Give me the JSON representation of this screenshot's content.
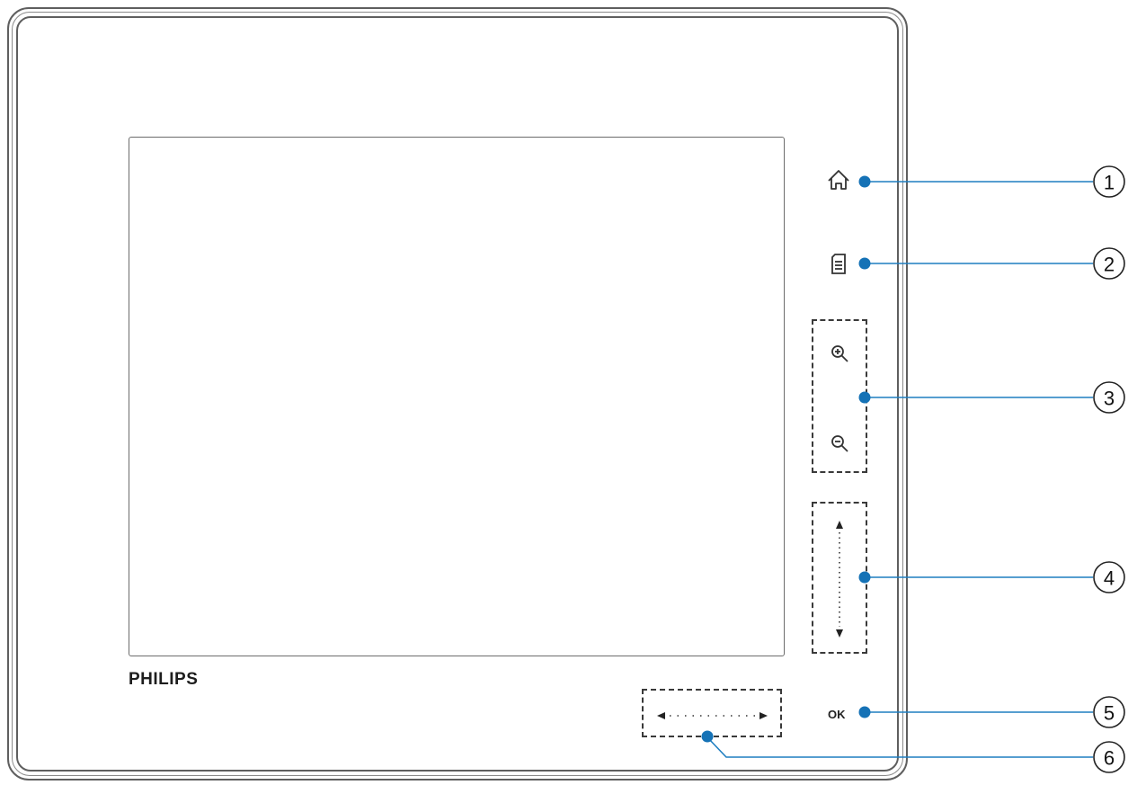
{
  "device": {
    "brand": "PHILIPS",
    "ok_label": "OK"
  },
  "buttons": [
    {
      "id": "home",
      "icon": "home-icon"
    },
    {
      "id": "menu",
      "icon": "menu-document-icon"
    },
    {
      "id": "zoom",
      "icons": [
        "zoom-in-icon",
        "zoom-out-icon"
      ]
    },
    {
      "id": "vertical-navigation",
      "icons": [
        "arrow-up-icon",
        "arrow-down-icon"
      ]
    },
    {
      "id": "ok"
    },
    {
      "id": "horizontal-navigation",
      "icons": [
        "arrow-left-icon",
        "arrow-right-icon"
      ]
    }
  ],
  "callouts": [
    "1",
    "2",
    "3",
    "4",
    "5",
    "6"
  ],
  "colors": {
    "callout_line": "#1f7fc1",
    "callout_dot": "#1572b6",
    "outline": "#5f5f5f"
  }
}
